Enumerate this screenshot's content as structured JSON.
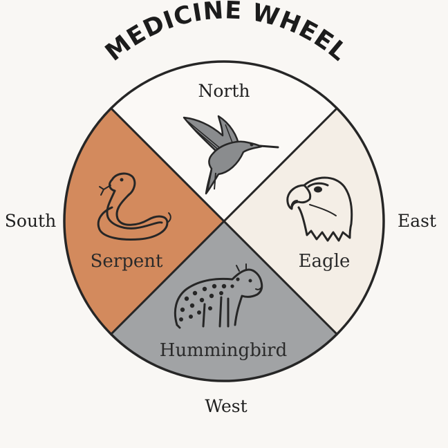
{
  "title": "MEDICINE WHEEL",
  "directions": {
    "north": "North",
    "south": "South",
    "east": "East",
    "west": "West"
  },
  "quadrants": {
    "north": {
      "fill": "#fbf9f6",
      "animal_icon": "hummingbird-icon",
      "label": ""
    },
    "south": {
      "fill": "#d38a5d",
      "animal_icon": "serpent-icon",
      "label": "Serpent"
    },
    "east": {
      "fill": "#f4eee6",
      "animal_icon": "eagle-icon",
      "label": "Eagle"
    },
    "west": {
      "fill": "#a1a3a5",
      "animal_icon": "jaguar-icon",
      "label": "Hummingbird"
    }
  },
  "colors": {
    "outline": "#262626",
    "background": "#f9f7f4",
    "icon_gray": "#8a8c8e"
  }
}
